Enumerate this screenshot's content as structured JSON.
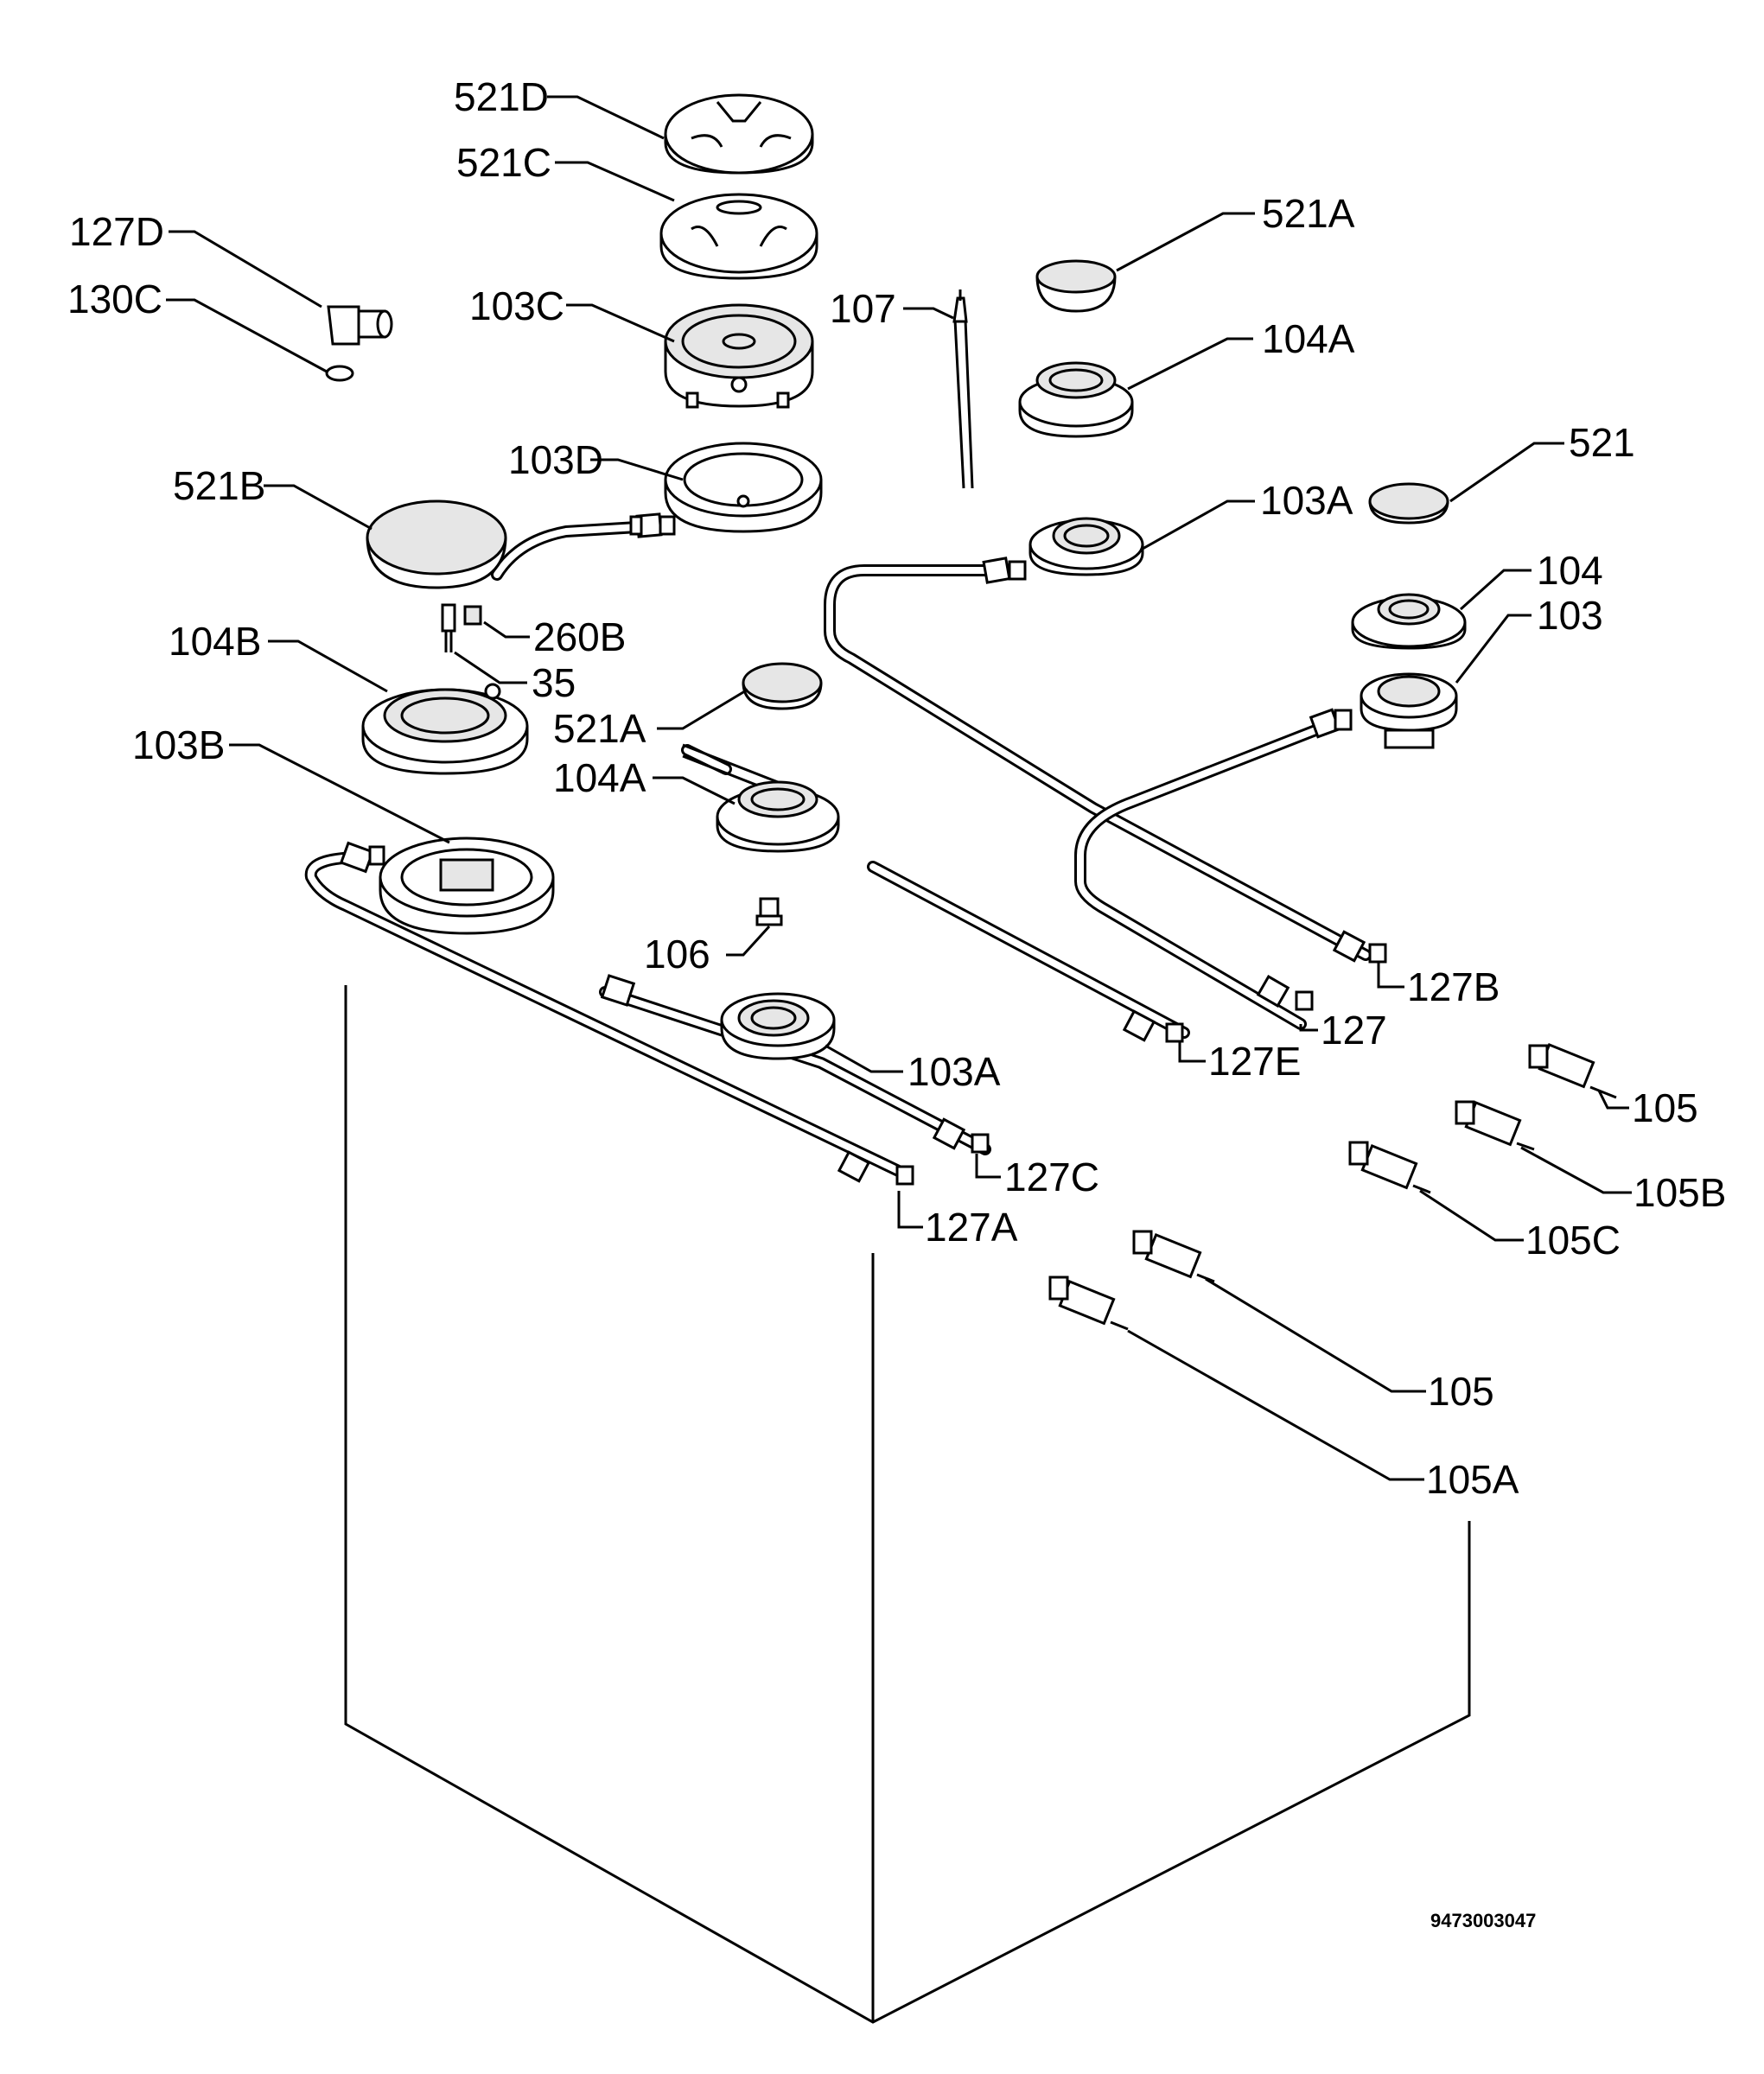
{
  "labels": {
    "l521D": "521D",
    "l521C": "521C",
    "l127D": "127D",
    "l130C": "130C",
    "l103C": "103C",
    "l107": "107",
    "l521A_top": "521A",
    "l104A_top": "104A",
    "l521B": "521B",
    "l103D": "103D",
    "l521": "521",
    "l103A_right": "103A",
    "l104": "104",
    "l103": "103",
    "l260B": "260B",
    "l104B": "104B",
    "l35": "35",
    "l521A_mid": "521A",
    "l103B": "103B",
    "l104A_mid": "104A",
    "l106": "106",
    "l103A_low": "103A",
    "l127E": "127E",
    "l127": "127",
    "l127B": "127B",
    "l127C": "127C",
    "l127A": "127A",
    "l105_top": "105",
    "l105B": "105B",
    "l105C": "105C",
    "l105_low": "105",
    "l105A": "105A"
  },
  "reference_number": "9473003047"
}
